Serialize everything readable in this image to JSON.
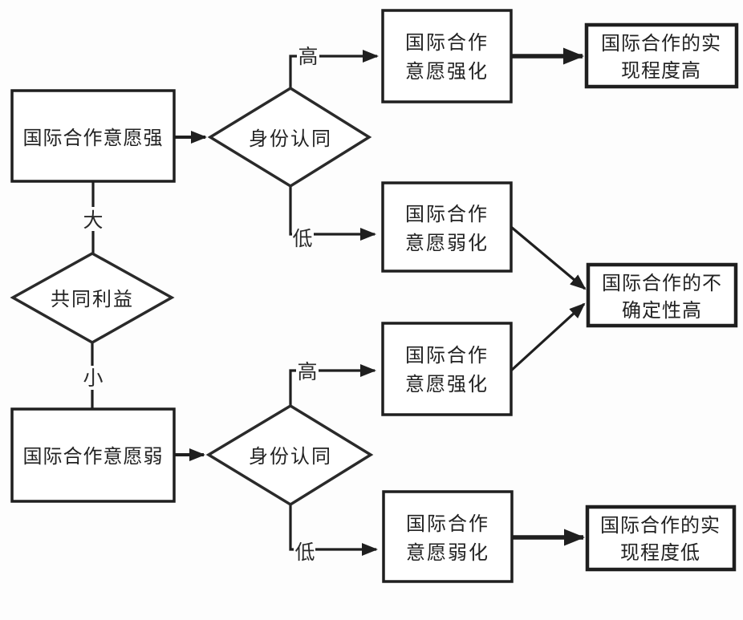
{
  "diagram": {
    "title": "international-cooperation-flowchart",
    "colors": {
      "background": "#fdfdfd",
      "stroke": "#1f1f1f",
      "text": "#222222"
    },
    "nodes": {
      "box_will_strong": {
        "label": "国际合作意愿强"
      },
      "box_will_weak": {
        "label": "国际合作意愿弱"
      },
      "diamond_identity_top": {
        "label": "身份认同"
      },
      "diamond_identity_bottom": {
        "label": "身份认同"
      },
      "diamond_common_interest": {
        "label": "共同利益"
      },
      "box_strengthen_top": {
        "line1": "国际合作",
        "line2": "意愿强化"
      },
      "box_weaken_top": {
        "line1": "国际合作",
        "line2": "意愿弱化"
      },
      "box_strengthen_bottom": {
        "line1": "国际合作",
        "line2": "意愿强化"
      },
      "box_weaken_bottom": {
        "line1": "国际合作",
        "line2": "意愿弱化"
      },
      "box_outcome_high": {
        "line1": "国际合作的实",
        "line2": "现程度高"
      },
      "box_outcome_uncertain": {
        "line1": "国际合作的不",
        "line2": "确定性高"
      },
      "box_outcome_low": {
        "line1": "国际合作的实",
        "line2": "现程度低"
      }
    },
    "edge_labels": {
      "interest_big": "大",
      "interest_small": "小",
      "identity_top_high": "高",
      "identity_top_low": "低",
      "identity_bottom_high": "高",
      "identity_bottom_low": "低"
    }
  }
}
